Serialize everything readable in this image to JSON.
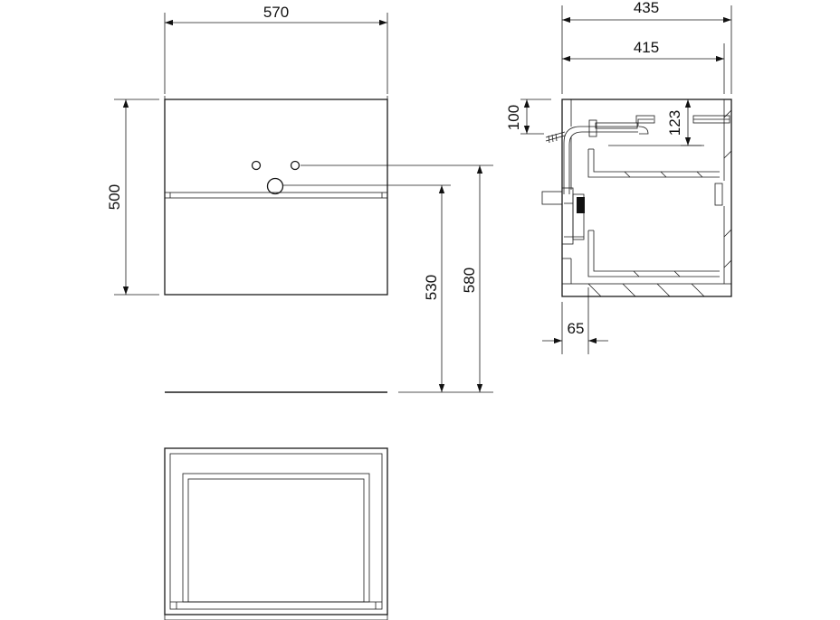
{
  "dimensions": {
    "front_width": "570",
    "front_height": "500",
    "height_lower": "530",
    "height_upper": "580",
    "side_total_depth": "435",
    "side_inner_depth": "415",
    "side_top_offset": "100",
    "siphon_height": "123",
    "side_offset": "65"
  }
}
